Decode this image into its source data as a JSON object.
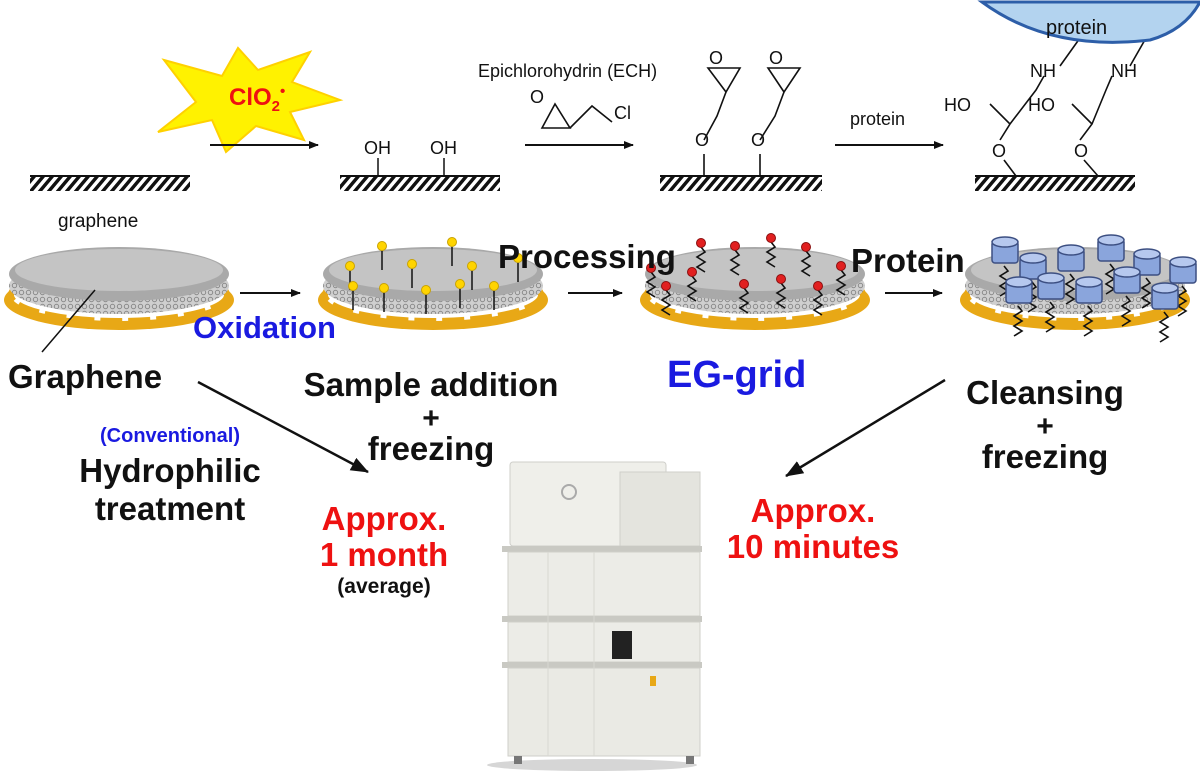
{
  "chemistry": {
    "clo2": "ClO",
    "clo2_sub": "2",
    "clo2_sup": "•",
    "oh1": "OH",
    "oh2": "OH",
    "ech_label": "Epichlorohydrin (ECH)",
    "cl": "Cl",
    "o_epoxide": "O",
    "o_link": "O",
    "protein_arrow": "protein",
    "protein_blob": "protein",
    "nh": "NH",
    "ho": "HO"
  },
  "grid_labels": {
    "graphene_small": "graphene",
    "graphene": "Graphene",
    "oxidation": "Oxidation",
    "processing": "Processing",
    "protein": "Protein",
    "eg_grid": "EG-grid"
  },
  "steps": {
    "sample_addition": "Sample addition",
    "plus": "+",
    "freezing": "freezing",
    "cleansing": "Cleansing"
  },
  "conventional": {
    "tag": "(Conventional)",
    "line1": "Hydrophilic",
    "line2": "treatment"
  },
  "timing": {
    "conventional_line1": "Approx.",
    "conventional_line2": "1 month",
    "conventional_note": "(average)",
    "eg_line1": "Approx.",
    "eg_line2": "10 minutes"
  },
  "colors": {
    "gold": "#e8a816",
    "graphene_gray": "#a9a9a9",
    "blue_text": "#1a1ae0",
    "red_text": "#ee1111",
    "burst_yellow": "#fff200",
    "protein_blue": "#8aa5dc",
    "protein_blob": "#b3d3ef"
  }
}
